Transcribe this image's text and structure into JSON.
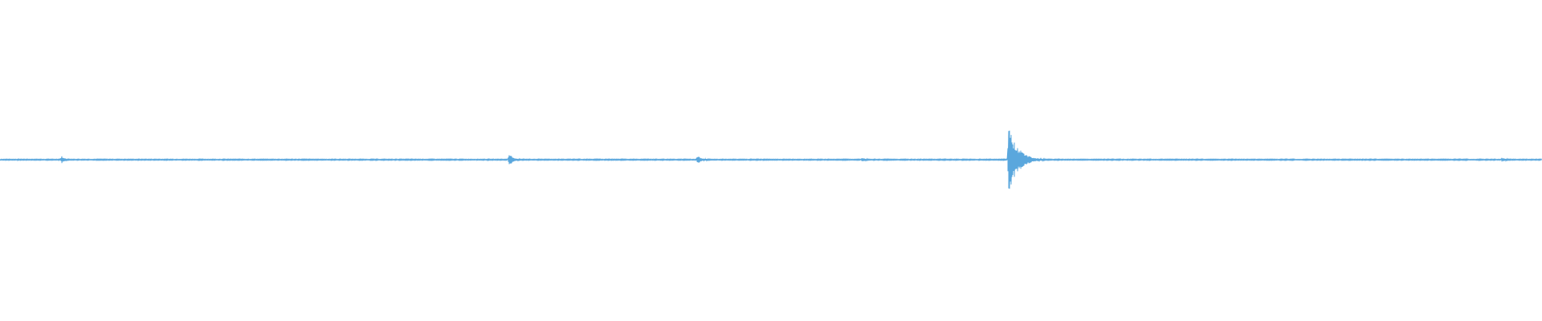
{
  "waveform": {
    "color": "#5aa7dd",
    "background": "#ffffff",
    "baseline_amplitude": 0.015,
    "events": [
      {
        "position": 0.04,
        "amplitude": 0.12,
        "decay": 0.002
      },
      {
        "position": 0.33,
        "amplitude": 0.18,
        "decay": 0.003
      },
      {
        "position": 0.452,
        "amplitude": 0.11,
        "decay": 0.004
      },
      {
        "position": 0.559,
        "amplitude": 0.08,
        "decay": 0.002
      },
      {
        "position": 0.654,
        "amplitude": 1.0,
        "decay": 0.006
      },
      {
        "position": 0.974,
        "amplitude": 0.07,
        "decay": 0.003
      }
    ]
  }
}
